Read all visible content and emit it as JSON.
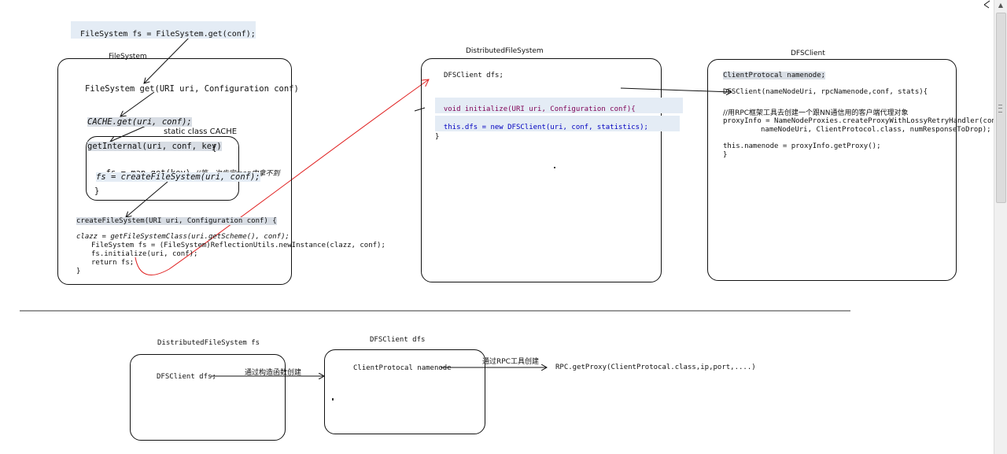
{
  "top_code": "FileSystem fs = FileSystem.get(conf);",
  "filesystem": {
    "title": "FileSystem",
    "get_sig": "FileSystem get(URI uri, Configuration conf)",
    "cache_get": "CACHE.get(uri, conf);",
    "static_class": "static class CACHE",
    "get_internal": "getInternal(uri, conf, key)",
    "brace_open": "{",
    "map_get": "fs = map.get(key)",
    "map_get_comment": "//第一次肯定map中拿不到",
    "create_call": "fs = createFileSystem(uri, conf);",
    "brace_close": "}",
    "create_sig": "createFileSystem(URI uri, Configuration conf) {",
    "clazz": "clazz = getFileSystemClass(uri.getScheme(), conf);",
    "fs_new": "FileSystem fs = (FileSystem)ReflectionUtils.newInstance(clazz, conf);",
    "fs_init": "fs.initialize(uri, conf);",
    "ret": "return fs;",
    "end": "}"
  },
  "dfs": {
    "title": "DistributedFileSystem",
    "field": "DFSClient dfs;",
    "init_sig": "void initialize(URI uri, Configuration conf){",
    "assign": "this.dfs = new DFSClient(uri, conf, statistics);",
    "end": "}"
  },
  "dfsclient": {
    "title": "DFSClient",
    "field": "ClientProtocal namenode;",
    "ctor": "DFSClient(nameNodeUri, rpcNamenode,conf, stats){",
    "comment": "//用RPC框架工具去创建一个跟NN通信用的客户端代理对象",
    "proxy1": "proxyInfo = NameNodeProxies.createProxyWithLossyRetryHandler(conf,",
    "proxy2": "nameNodeUri, ClientProtocol.class, numResponseToDrop);",
    "assign": "this.namenode = proxyInfo.getProxy();",
    "end": "}"
  },
  "bottom": {
    "dfs_title": "DistributedFileSystem fs",
    "dfs_field": "DFSClient dfs;",
    "arrow1_label": "通过构造函数创建",
    "client_title": "DFSClient dfs",
    "client_field": "ClientProtocal namenode",
    "arrow2_label": "通过RPC工具创建",
    "rpc_call": "RPC.getProxy(ClientProtocal.class,ip,port,....)"
  },
  "colors": {
    "red_arrow": "#e02020",
    "highlight": "#e4ecf5"
  }
}
